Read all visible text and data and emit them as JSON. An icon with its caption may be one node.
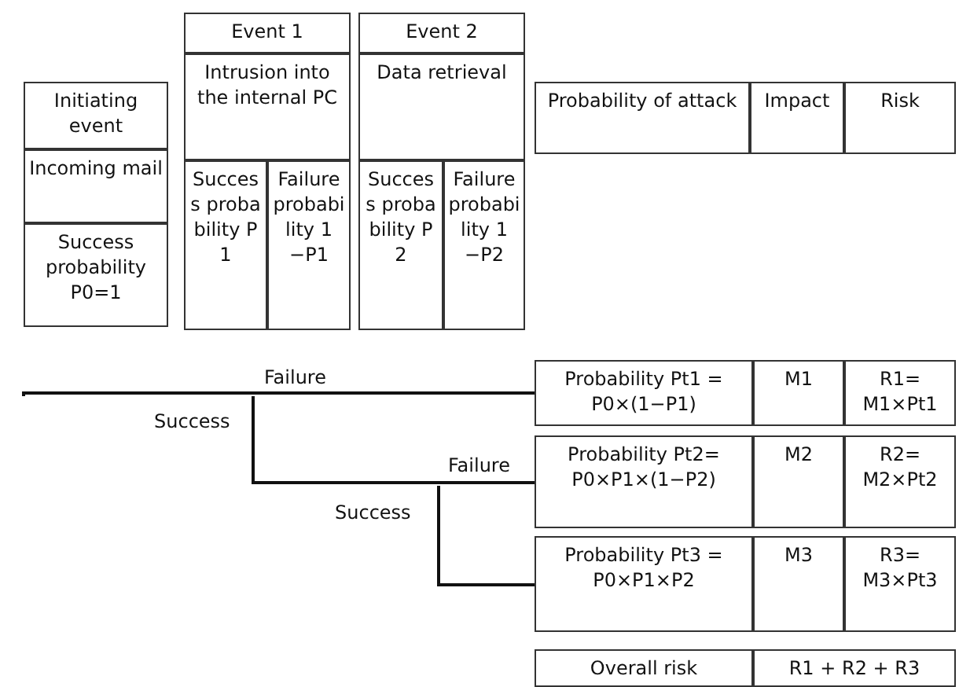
{
  "diagram": {
    "nodes": [
      {
        "text": [
          "Probability Pt1 = P0×(1−P1)"
        ]
      },
      {
        "text": [
          "Probability Pt2= P0×P1×(1−P2)"
        ]
      },
      {
        "text": [
          "Probability Pt3 = P0×P1×P2"
        ]
      }
    ],
    "edges": [
      {
        "from": null,
        "to": 0,
        "arrow": "none",
        "label": "Failure"
      },
      {
        "from": null,
        "to": 1,
        "arrow": "none",
        "label": "Failure"
      },
      {
        "from": null,
        "to": 2,
        "arrow": "none",
        "label": "Success"
      }
    ],
    "labels": [
      "Event 1",
      "Event 2",
      "Initiating event",
      "Intrusion into the internal PC",
      "Data retrieval",
      "Probability of attack",
      "Impact",
      "Risk",
      "Incoming mail",
      "Success probability P0=1",
      "Success probability P1",
      "Failure probability 1−P1",
      "Success probability P2",
      "Failure probability 1−P2",
      "Success",
      "M1",
      "R1= M1×Pt1",
      "M2",
      "R2= M2×Pt2",
      "M3",
      "R3= M3×Pt3",
      "Overall risk",
      "R1 + R2 + R3"
    ]
  }
}
